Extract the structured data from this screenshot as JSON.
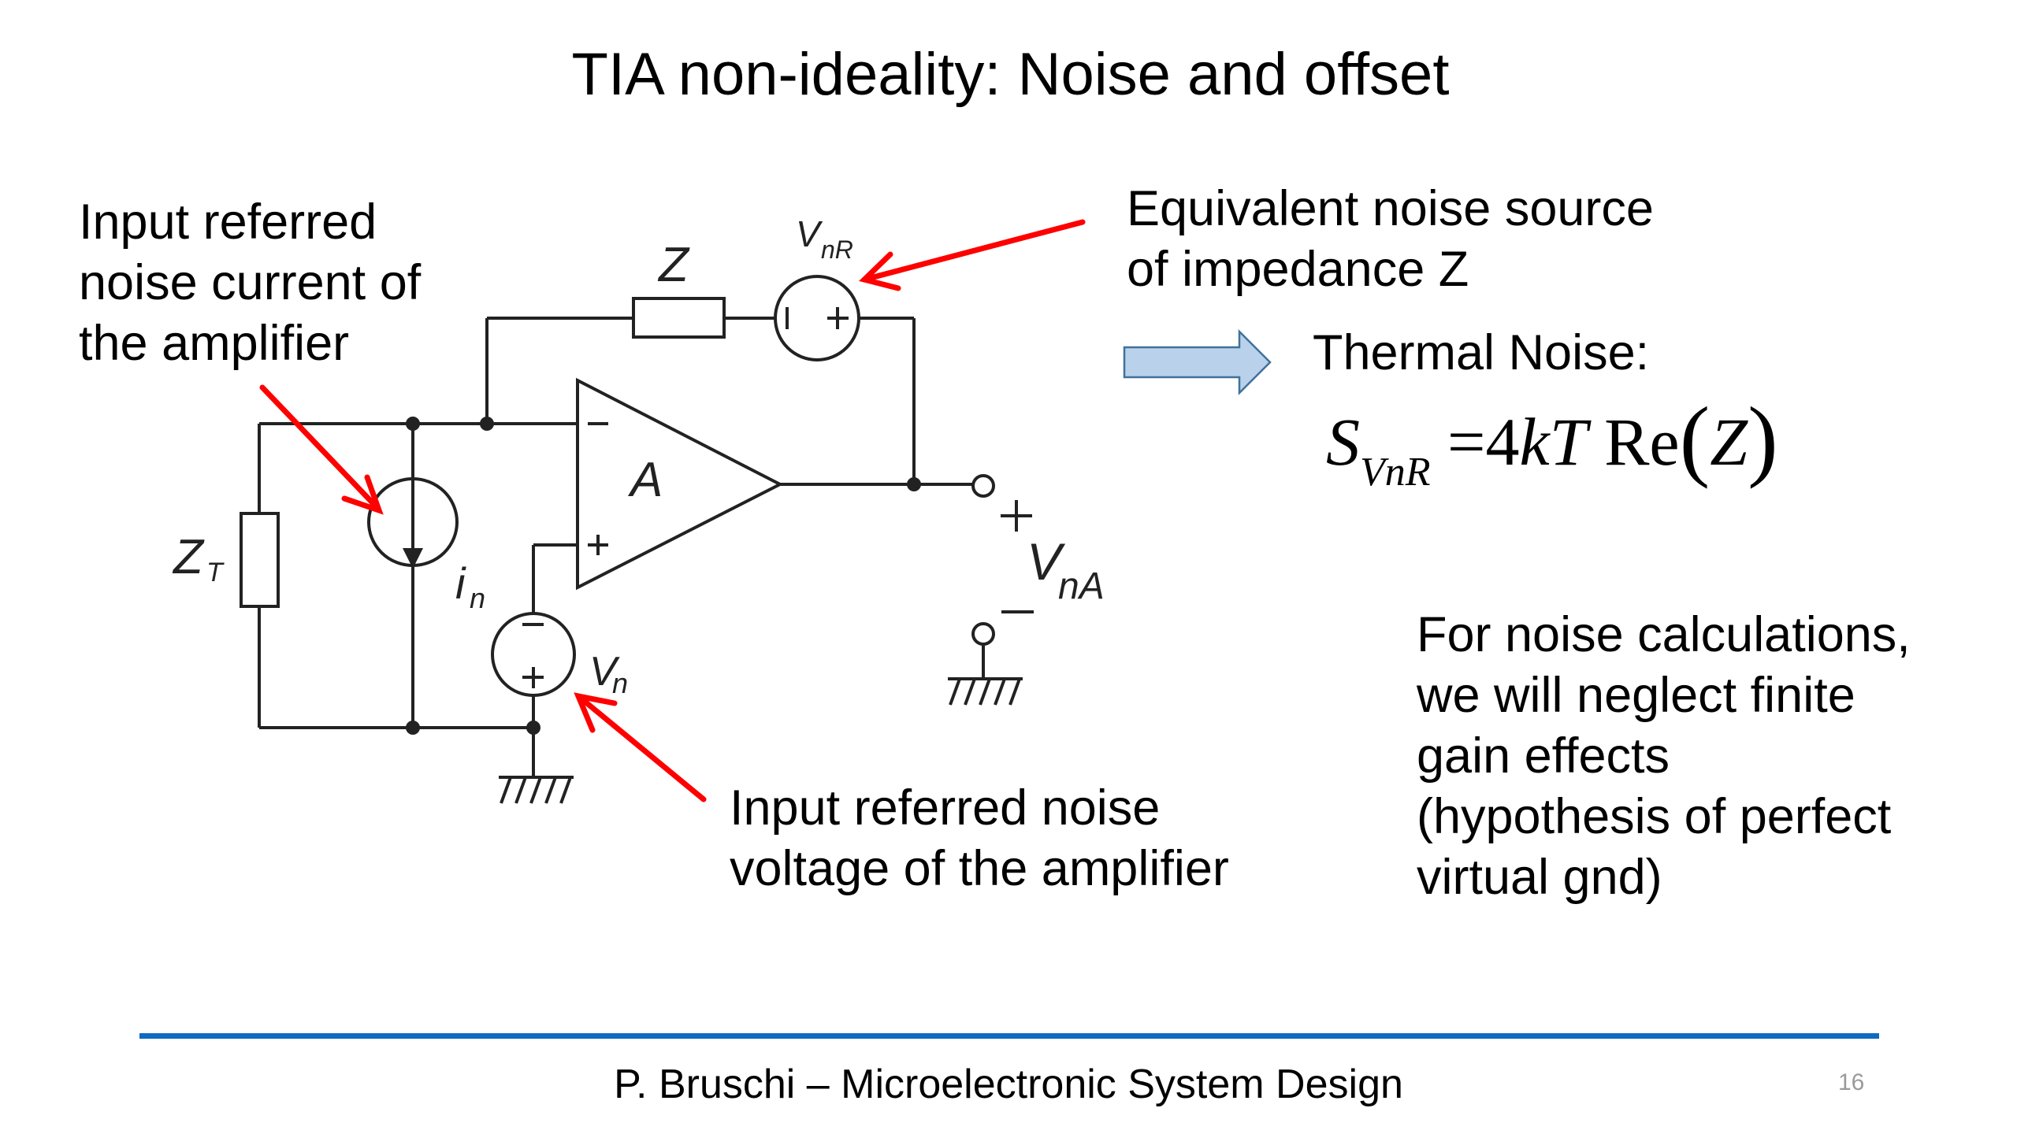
{
  "slide": {
    "title": "TIA non-ideality: Noise and offset",
    "page_number": "16",
    "footer": "P. Bruschi – Microelectronic System Design",
    "accent_color": "#0f6bc0",
    "annotation_color": "#ff0000"
  },
  "annotations": {
    "input_current": {
      "lines": [
        "Input referred",
        "noise current of",
        "the amplifier"
      ]
    },
    "feedback_source": {
      "lines": [
        "Equivalent noise source",
        "of impedance Z"
      ]
    },
    "input_voltage": {
      "lines": [
        "Input referred noise",
        "voltage of the amplifier"
      ]
    },
    "assumption": {
      "lines": [
        "For noise calculations,",
        "we will neglect finite",
        "gain effects",
        "(hypothesis of perfect",
        "virtual gnd)"
      ]
    }
  },
  "thermal_noise": {
    "heading": "Thermal Noise:",
    "arrow_icon": "block-arrow-right-icon",
    "formula": {
      "lhs_symbol": "S",
      "lhs_subscript": "VnR",
      "equals": "=",
      "coefficient": "4",
      "k": "k",
      "T": "T",
      "func": "Re",
      "open_paren": "(",
      "argument": "Z",
      "close_paren": ")"
    }
  },
  "circuit": {
    "labels": {
      "z_feedback": "Z",
      "v_nr_main": "V",
      "v_nr_sub": "nR",
      "z_t_main": "Z",
      "z_t_sub": "T",
      "i_n_main": "i",
      "i_n_sub": "n",
      "v_n_main": "V",
      "v_n_sub": "n",
      "amp_gain": "A",
      "v_na_main": "V",
      "v_na_sub": "nA",
      "plus": "+",
      "minus": "−"
    }
  }
}
